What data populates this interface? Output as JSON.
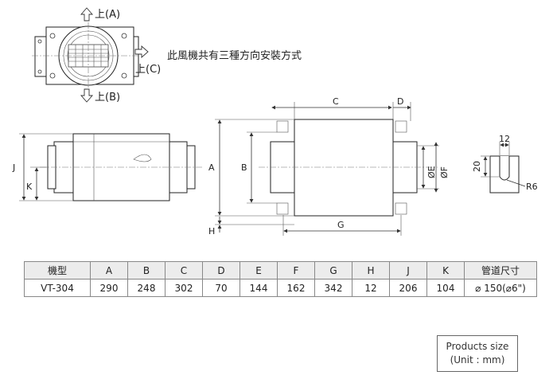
{
  "top_view": {
    "up_a": "上(A)",
    "side_c": "上(C)",
    "down_b": "上(B)",
    "caption": "此風機共有三種方向安裝方式"
  },
  "dimension_labels": {
    "C": "C",
    "D": "D",
    "A": "A",
    "B": "B",
    "E": "ØE",
    "F": "ØF",
    "G": "G",
    "H": "H",
    "J": "J",
    "K": "K",
    "slot_width": "12",
    "slot_depth": "20",
    "slot_radius": "R6"
  },
  "table": {
    "headers": [
      "機型",
      "A",
      "B",
      "C",
      "D",
      "E",
      "F",
      "G",
      "H",
      "J",
      "K",
      "管道尺寸"
    ],
    "rows": [
      [
        "VT-304",
        "290",
        "248",
        "302",
        "70",
        "144",
        "162",
        "342",
        "12",
        "206",
        "104",
        "⌀ 150(⌀6\")"
      ]
    ]
  },
  "unit_note": {
    "line1": "Products size",
    "line2": "(Unit : mm)"
  }
}
